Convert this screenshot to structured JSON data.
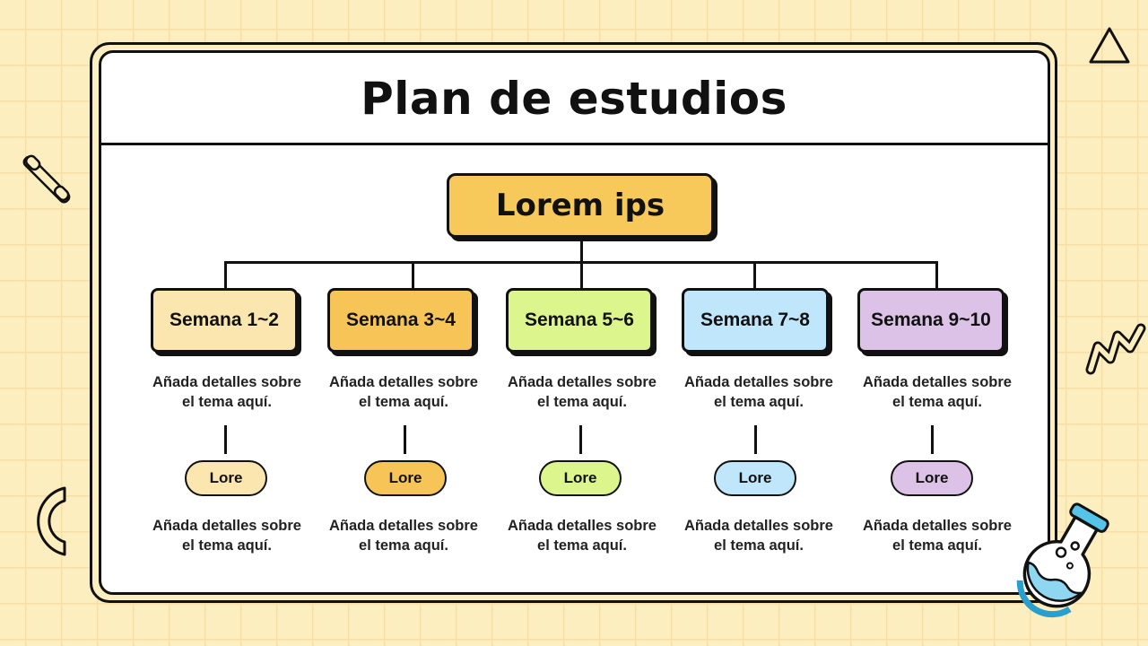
{
  "title": "Plan de estudios",
  "root": {
    "label": "Lorem ips",
    "color": "#f7c85a"
  },
  "weeks": [
    {
      "label": "Semana 1~2",
      "color": "#fbe6b0",
      "desc_top": [
        "Añada detalles sobre",
        "el tema aquí."
      ],
      "pill": "Lore",
      "desc_bottom": [
        "Añada detalles sobre",
        "el tema aquí."
      ]
    },
    {
      "label": "Semana 3~4",
      "color": "#f7c458",
      "desc_top": [
        "Añada detalles sobre",
        "el tema aquí."
      ],
      "pill": "Lore",
      "desc_bottom": [
        "Añada detalles sobre",
        "el tema aquí."
      ]
    },
    {
      "label": "Semana 5~6",
      "color": "#dcf68d",
      "desc_top": [
        "Añada detalles sobre",
        "el tema aquí."
      ],
      "pill": "Lore",
      "desc_bottom": [
        "Añada detalles sobre",
        "el tema aquí."
      ]
    },
    {
      "label": "Semana 7~8",
      "color": "#bfe6fb",
      "desc_top": [
        "Añada detalles sobre",
        "el tema aquí."
      ],
      "pill": "Lore",
      "desc_bottom": [
        "Añada detalles sobre",
        "el tema aquí."
      ]
    },
    {
      "label": "Semana 9~10",
      "color": "#dcc2e6",
      "desc_top": [
        "Añada detalles sobre",
        "el tema aquí."
      ],
      "pill": "Lore",
      "desc_bottom": [
        "Añada detalles sobre",
        "el tema aquí."
      ]
    }
  ],
  "decorations": [
    "triangle-icon",
    "percent-icon",
    "zigzag-icon",
    "crescent-icon",
    "flask-icon"
  ]
}
